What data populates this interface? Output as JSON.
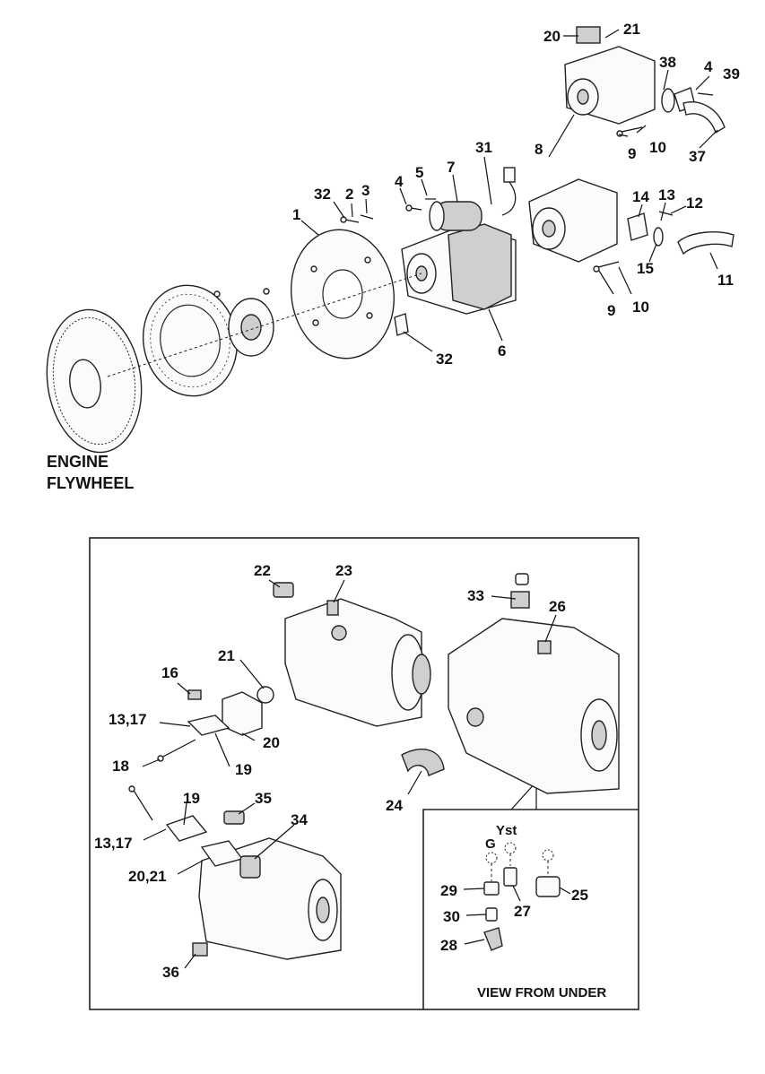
{
  "top_section": {
    "caption_line1": "ENGINE",
    "caption_line2": "FLYWHEEL",
    "callouts": {
      "c20_top": "20",
      "c21_top": "21",
      "c38": "38",
      "c4_top": "4",
      "c39": "39",
      "c8": "8",
      "c9_top": "9",
      "c10_top": "10",
      "c37": "37",
      "c31": "31",
      "c7": "7",
      "c5": "5",
      "c4_mid": "4",
      "c32_top": "32",
      "c2": "2",
      "c3": "3",
      "c1": "1",
      "c14": "14",
      "c13": "13",
      "c12": "12",
      "c15": "15",
      "c11": "11",
      "c9_mid": "9",
      "c10_mid": "10",
      "c32_bottom": "32",
      "c6": "6"
    }
  },
  "detail_box": {
    "callouts": {
      "c22": "22",
      "c23": "23",
      "c21": "21",
      "c16": "16",
      "c13_17_a": "13,17",
      "c20": "20",
      "c18": "18",
      "c19_a": "19",
      "c33": "33",
      "c26": "26",
      "c24": "24",
      "c19_b": "19",
      "c35": "35",
      "c34": "34",
      "c13_17_b": "13,17",
      "c20_21": "20,21",
      "c36": "36"
    }
  },
  "view_from_under": {
    "caption": "VIEW FROM UNDER",
    "port_g": "G",
    "port_yst": "Yst",
    "callouts": {
      "c29": "29",
      "c30": "30",
      "c28": "28",
      "c27": "27",
      "c25": "25"
    }
  }
}
